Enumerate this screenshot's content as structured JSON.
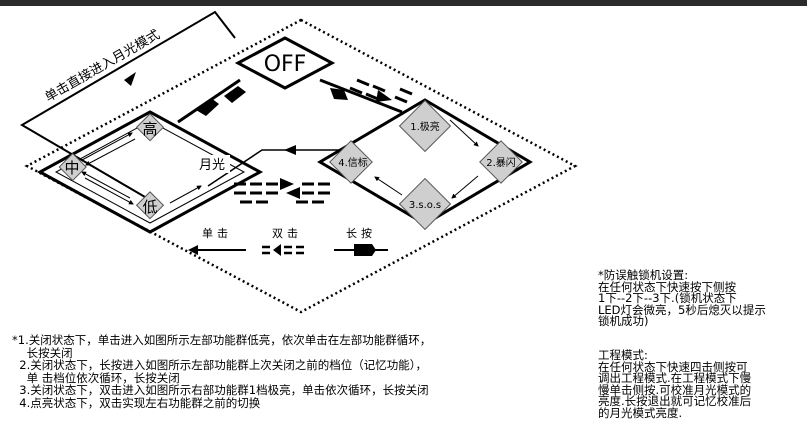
{
  "diagram": {
    "off": "OFF",
    "entry_path": "单击直接进入月光模式",
    "left_group": {
      "high": "高",
      "mid": "中",
      "low": "低",
      "moon": "月光"
    },
    "right_group": {
      "s1": "1.极亮",
      "s2": "2.暴闪",
      "s3": "3.s.o.s",
      "s4": "4.信标"
    },
    "legend": {
      "single": "单击",
      "double": "双击",
      "long": "长按"
    }
  },
  "notes": [
    "*1.关闭状态下，单击进入如图所示左部功能群低亮，依次单击在左部功能群循环，",
    "    长按关闭",
    "  2.关闭状态下，长按进入如图所示左部功能群上次关闭之前的档位（记忆功能），",
    "    单 击档位依次循环，长按关闭",
    "  3.关闭状态下，双击进入如图所示右部功能群1档极亮，单击依次循环，长按关闭",
    "  4.点亮状态下，双击实现左右功能群之前的切换"
  ],
  "side_lock": [
    "*防误触锁机设置:",
    "在任何状态下快速按下侧按",
    "1下--2下--3下.(锁机状态下",
    "LED灯会微亮，5秒后熄灭以提示",
    "锁机成功)"
  ],
  "side_engineering": [
    "工程模式:",
    "在任何状态下快速四击侧按可",
    "调出工程模式.在工程模式下慢",
    "慢单击侧按.可校准月光模式的",
    "亮度.长按退出就可记忆校准后",
    "的月光模式亮度."
  ]
}
